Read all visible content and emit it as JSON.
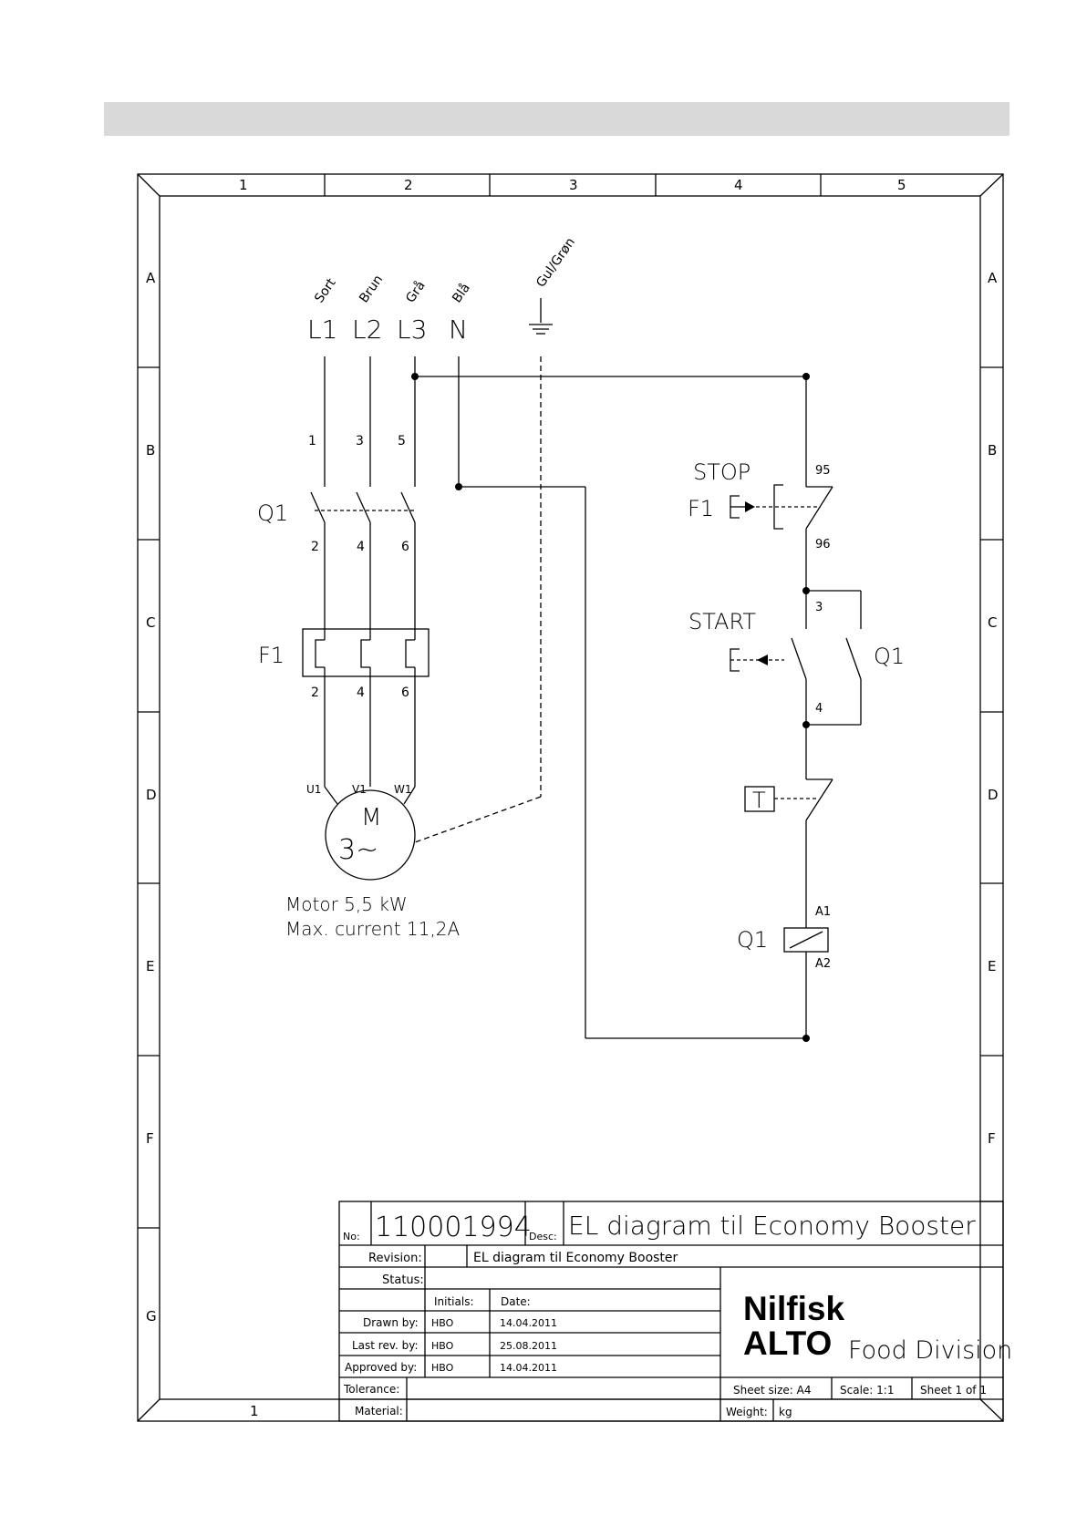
{
  "frame": {
    "columns": [
      "1",
      "2",
      "3",
      "4",
      "5"
    ],
    "rows": [
      "A",
      "B",
      "C",
      "D",
      "E",
      "F",
      "G"
    ],
    "bottom_column": "1"
  },
  "supply": {
    "wire_colors": [
      "Sort",
      "Brun",
      "Grå",
      "Blå",
      "Gul/Grøn"
    ],
    "terminals": [
      "L1",
      "L2",
      "L3",
      "N"
    ]
  },
  "power": {
    "breaker": "Q1",
    "top_numbers": [
      "1",
      "3",
      "5"
    ],
    "bottom_numbers": [
      "2",
      "4",
      "6"
    ],
    "overload": "F1",
    "overload_numbers": [
      "2",
      "4",
      "6"
    ],
    "motor_terminals": [
      "U1",
      "V1",
      "W1"
    ],
    "motor_symbol_top": "M",
    "motor_symbol_bottom": "3~",
    "motor_lines": [
      "Motor 5,5 kW",
      "Max. current 11,2A"
    ]
  },
  "control": {
    "stop_label": "STOP",
    "stop_device": "F1",
    "stop_contacts": [
      "95",
      "96"
    ],
    "start_label": "START",
    "hold_contact": "Q1",
    "hold_contacts": [
      "3",
      "4"
    ],
    "thermo": "T",
    "coil": "Q1",
    "coil_contacts": [
      "A1",
      "A2"
    ]
  },
  "title_block": {
    "no_label": "No:",
    "no_value": "110001994",
    "desc_label": "Desc:",
    "desc_value": "EL diagram til Economy Booster",
    "revision_label": "Revision:",
    "revision_value": "EL diagram til Economy Booster",
    "status_label": "Status:",
    "initials_label": "Initials:",
    "date_label": "Date:",
    "drawn_by_label": "Drawn by:",
    "drawn_by_initials": "HBO",
    "drawn_by_date": "14.04.2011",
    "last_rev_label": "Last rev. by:",
    "last_rev_initials": "HBO",
    "last_rev_date": "25.08.2011",
    "approved_label": "Approved by:",
    "approved_initials": "HBO",
    "approved_date": "14.04.2011",
    "tolerance_label": "Tolerance:",
    "material_label": "Material:",
    "sheet_size": "Sheet size: A4",
    "scale": "Scale: 1:1",
    "sheet": "Sheet 1 of 1",
    "weight_label": "Weight:",
    "weight_unit": "kg",
    "logo_line1": "Nilfisk",
    "logo_line2": "ALTO",
    "logo_division": "Food Division"
  }
}
